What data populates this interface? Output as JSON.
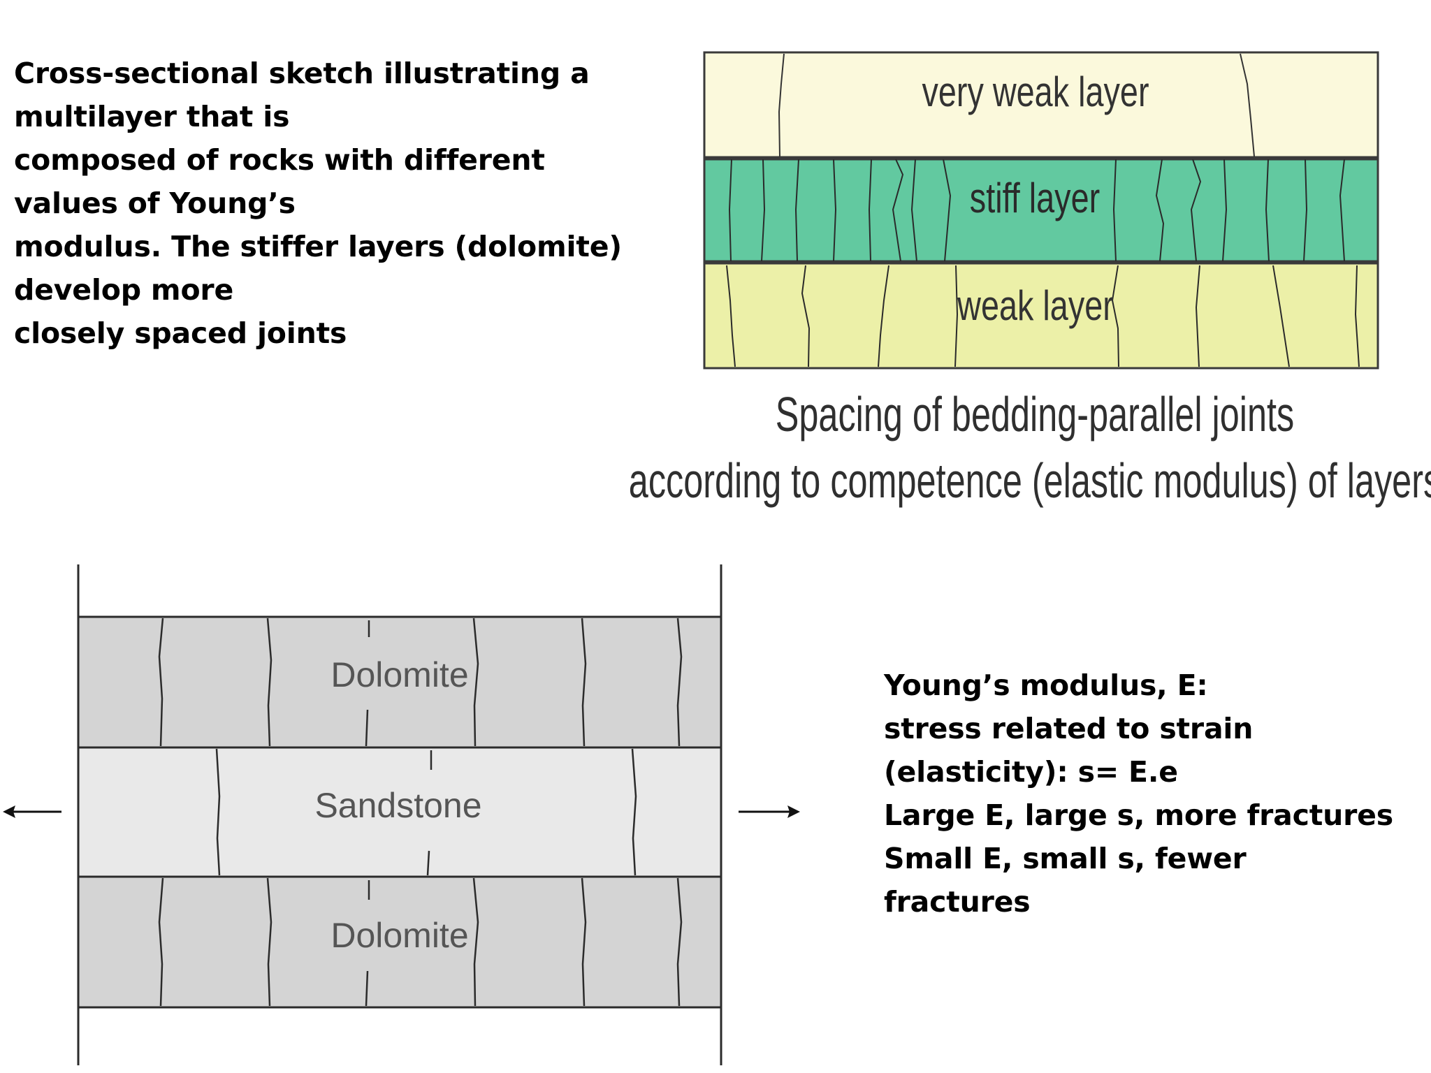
{
  "caption": {
    "lines": [
      "Cross-sectional sketch illustrating a",
      "multilayer that is",
      "composed of rocks with different",
      "values of Young’s",
      "modulus. The stiffer layers (dolomite)",
      "develop more",
      "closely spaced joints"
    ]
  },
  "top_diagram": {
    "layers": [
      {
        "label": "very weak layer",
        "color": "#fbf9dc"
      },
      {
        "label": "stiff layer",
        "color": "#62c9a0"
      },
      {
        "label": "weak layer",
        "color": "#ecf0a8"
      }
    ],
    "title_lines": [
      "Spacing of bedding-parallel joints",
      "according to competence (elastic modulus) of layers"
    ]
  },
  "bottom_diagram": {
    "layers": [
      {
        "label": "Dolomite",
        "color": "#d4d4d4"
      },
      {
        "label": "Sandstone",
        "color": "#e9e9e9"
      },
      {
        "label": "Dolomite",
        "color": "#d4d4d4"
      }
    ],
    "arrows": [
      "left",
      "right"
    ]
  },
  "youngs": {
    "lines": [
      "Young’s modulus, E:",
      "stress related to strain",
      "(elasticity): s= E.e",
      "Large E, large s, more fractures",
      "Small E, small s, fewer",
      "fractures"
    ]
  }
}
